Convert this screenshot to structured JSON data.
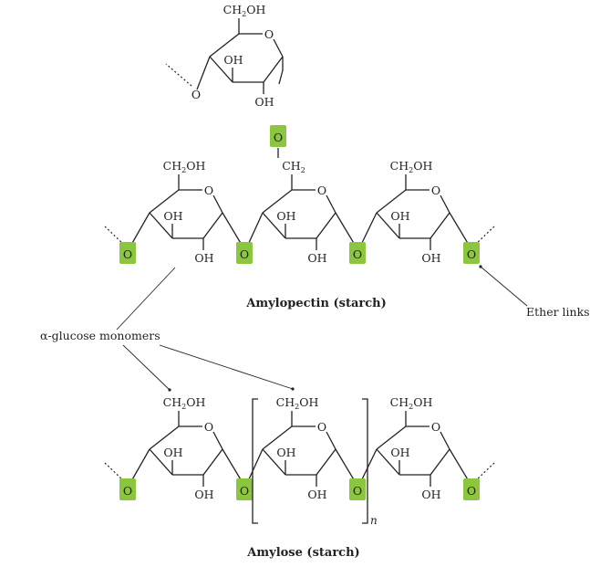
{
  "labels": {
    "ch2oh": "CH",
    "ch2oh_sub": "2",
    "ch2oh_tail": "OH",
    "ch2": "CH",
    "ch2_sub": "2",
    "o": "O",
    "oh": "OH"
  },
  "captions": {
    "amylopectin": "Amylopectin (starch)",
    "amylose": "Amylose (starch)",
    "repeat_n": "n"
  },
  "notes": {
    "monomers": "α-glucose monomers",
    "ether": "Ether links"
  },
  "colors": {
    "ether_highlight": "#8cc63f",
    "ink": "#222222"
  }
}
